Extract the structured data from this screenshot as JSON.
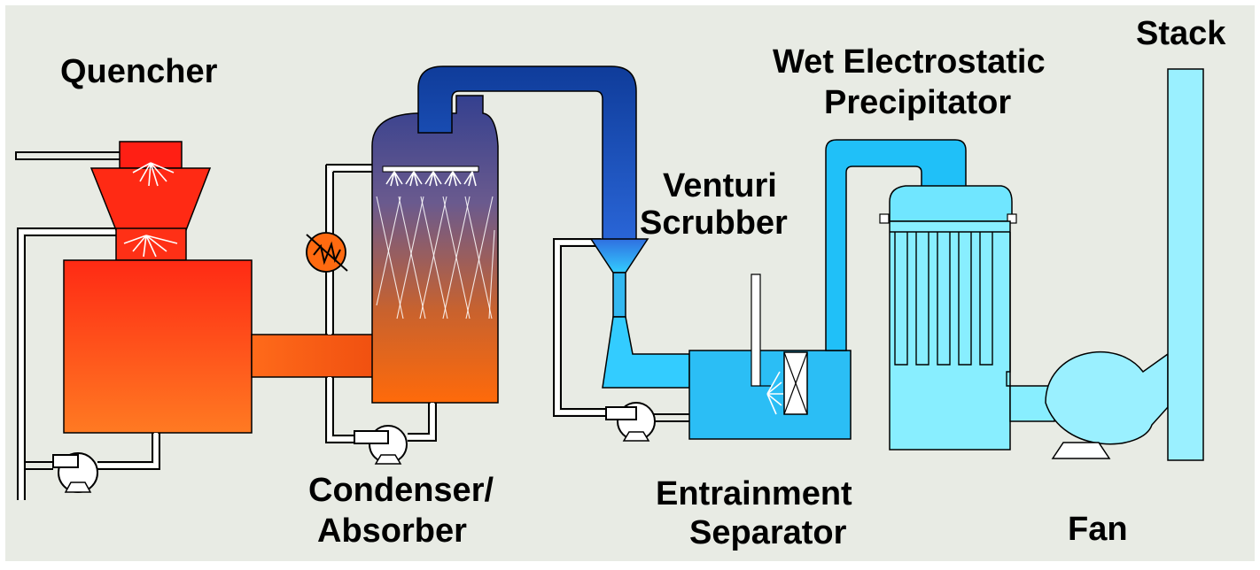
{
  "labels": {
    "quencher": "Quencher",
    "condenser_line1": "Condenser/",
    "condenser_line2": "Absorber",
    "venturi_line1": "Venturi",
    "venturi_line2": "Scrubber",
    "wesp_line1": "Wet Electrostatic",
    "wesp_line2": "Precipitator",
    "stack": "Stack",
    "entrainment_line1": "Entrainment",
    "entrainment_line2": "Separator",
    "fan": "Fan"
  },
  "colors": {
    "background": "#e8ebe4",
    "quencher_top": "#ff2a1a",
    "quencher_bottom": "#ff7a1a",
    "absorber_top": "#3a4aa0",
    "absorber_bottom": "#ff6a10",
    "venturi_duct": "#1c4fc0",
    "venturi_light": "#33ccff",
    "wesp_light": "#88eeff",
    "stack": "#9af0ff",
    "heat_exchanger": "#ff6a10"
  }
}
